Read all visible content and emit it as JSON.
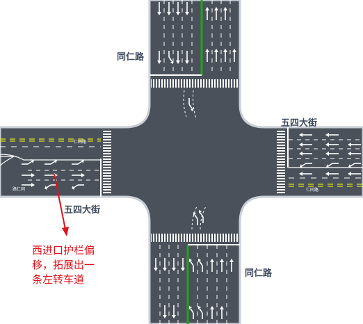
{
  "roads": {
    "north_name": "同仁路",
    "south_name": "同仁路",
    "east_name": "五四大街",
    "west_name": "五四大街"
  },
  "annotation": {
    "lines": [
      "西进口护栏偏",
      "移，拓展出一",
      "条左转车道"
    ]
  },
  "pavement_text": {
    "west_upper": "仁同路",
    "west_lower": "路仁同",
    "east_lower": "仁同路"
  },
  "colors": {
    "asphalt": "#4a515b",
    "curb": "#c9ced6",
    "lane_marking": "#ffffff",
    "center_line": "#dce21e",
    "median": "#21a31d",
    "annotation": "#e0121b",
    "label": "#3d4a5c"
  },
  "icons": {
    "left_turn": "left-turn-arrow",
    "straight": "straight-arrow",
    "right_turn": "right-turn-arrow",
    "u_turn_left": "left-u-turn-arrow",
    "pointer": "red-pointer-arrow"
  }
}
